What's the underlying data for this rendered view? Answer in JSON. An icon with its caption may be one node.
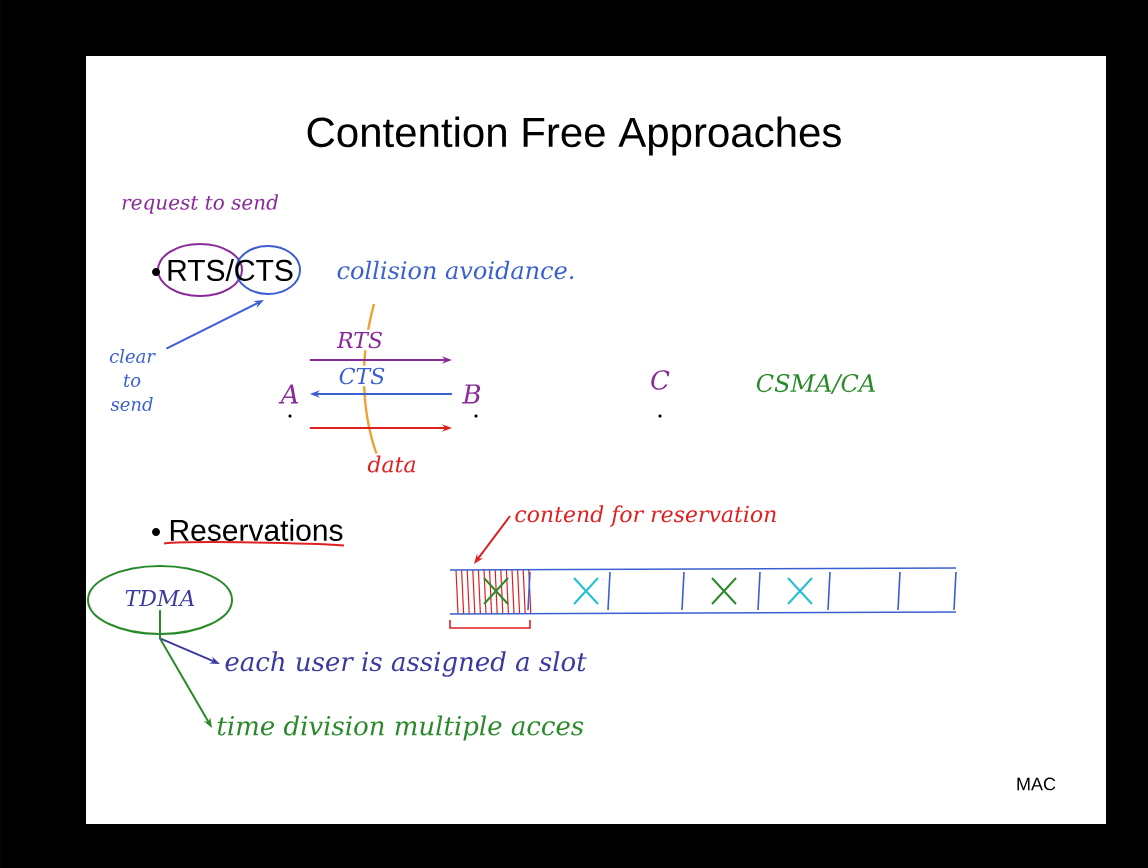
{
  "diagram": {
    "title": "Contention Free Approaches",
    "nodes": [
      {
        "text": [
          "RTS/CTS"
        ]
      },
      {
        "text": [
          "request to send"
        ]
      },
      {
        "text": [
          "clear to send"
        ]
      },
      {
        "text": [
          "A"
        ]
      },
      {
        "text": [
          "B"
        ]
      },
      {
        "text": [
          "C"
        ]
      },
      {
        "text": [
          "Reservations"
        ]
      },
      {
        "text": [
          "TDMA"
        ]
      },
      {
        "text": [
          "each user is assigned a slot"
        ]
      },
      {
        "text": [
          "time division multiple acces"
        ]
      },
      {
        "text": [
          "contend for reservation"
        ]
      },
      {
        "text": [],
        "shape": "bar"
      }
    ],
    "edges": [
      {
        "from": 2,
        "to": 0,
        "arrow": "to",
        "color": "#3a5fd0"
      },
      {
        "from": 3,
        "to": 4,
        "arrow": "to",
        "label": "RTS",
        "color": "#8a2a9a"
      },
      {
        "from": 4,
        "to": 3,
        "arrow": "to",
        "label": "CTS",
        "color": "#3a5fd0"
      },
      {
        "from": 3,
        "to": 4,
        "arrow": "to",
        "label": "data",
        "color": "#e02020"
      },
      {
        "from": 7,
        "to": 8,
        "arrow": "to",
        "color": "#3a3aa0"
      },
      {
        "from": 7,
        "to": 9,
        "arrow": "to",
        "color": "#2a8a2a"
      },
      {
        "from": 10,
        "to": 11,
        "arrow": "to",
        "color": "#e02020"
      }
    ],
    "labels": [
      "collision avoidance.",
      "CSMA/CA",
      "MAC"
    ]
  }
}
